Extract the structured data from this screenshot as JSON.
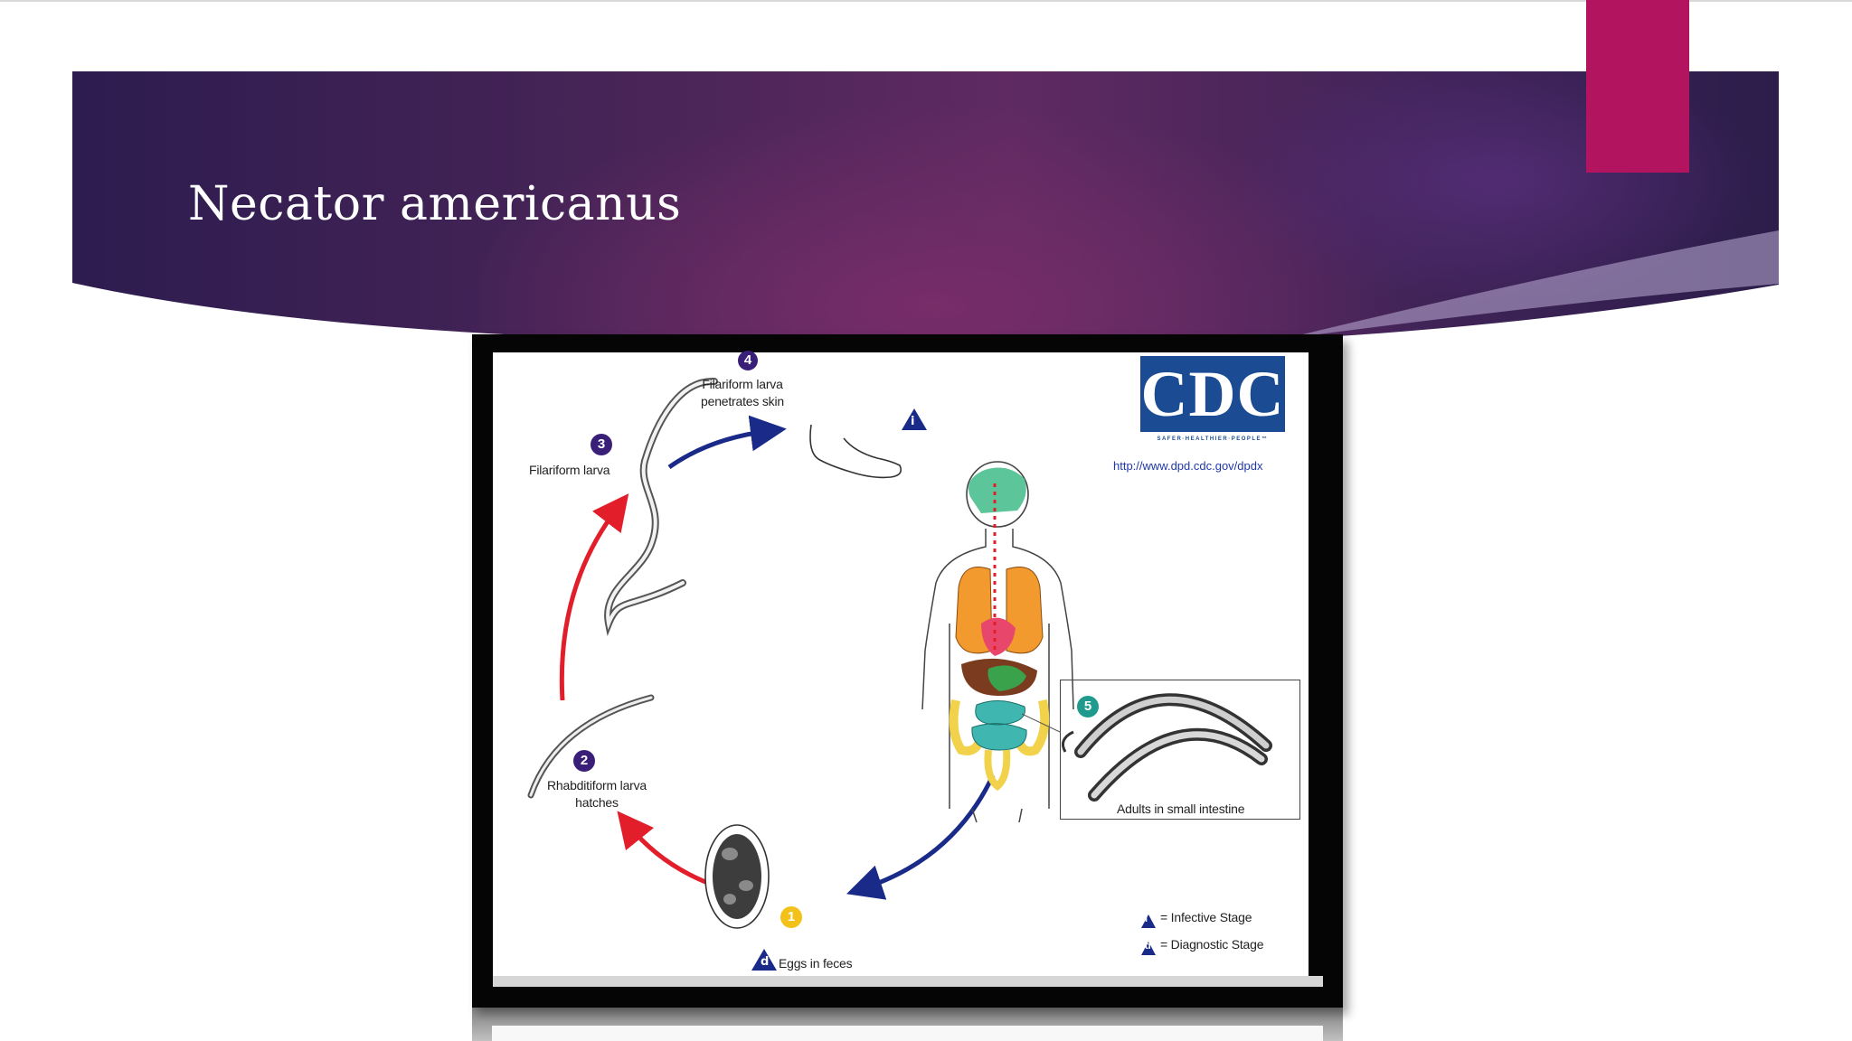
{
  "slide": {
    "title": "Necator americanus"
  },
  "colors": {
    "banner": "#5f2a62",
    "accent": "#b3145f",
    "infective_arrow": "#1a2a88",
    "diagnostic_arrow": "#e21e2a"
  },
  "diagram": {
    "logo": {
      "text": "CDC",
      "tagline": "SAFER·HEALTHIER·PEOPLE™",
      "url": "http://www.dpd.cdc.gov/dpdx"
    },
    "stages": [
      {
        "number": "1",
        "label": "Eggs in feces",
        "marker": "d"
      },
      {
        "number": "2",
        "label_line1": "Rhabditiform larva",
        "label_line2": "hatches"
      },
      {
        "number": "3",
        "label": "Filariform larva"
      },
      {
        "number": "4",
        "label_line1": "Filariform larva",
        "label_line2": "penetrates skin",
        "marker": "i"
      },
      {
        "number": "5",
        "label": "Adults in small intestine"
      }
    ],
    "legend": [
      {
        "symbol": "i",
        "text": "= Infective Stage"
      },
      {
        "symbol": "d",
        "text": "= Diagnostic Stage"
      }
    ]
  }
}
